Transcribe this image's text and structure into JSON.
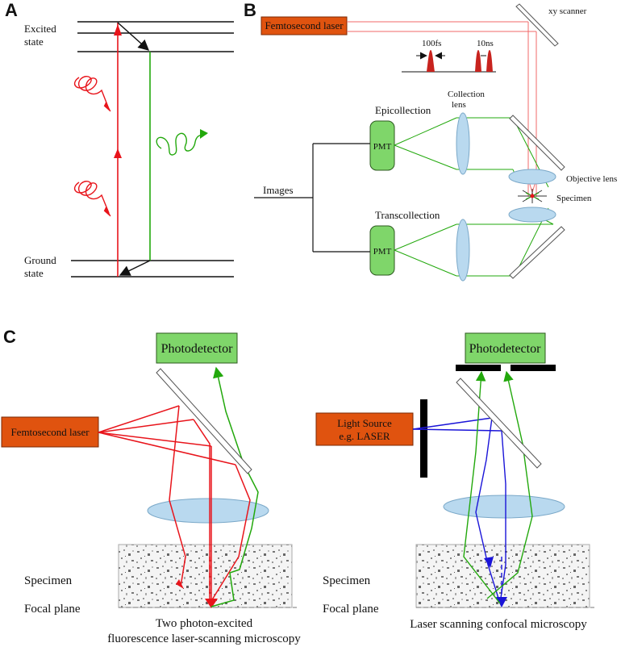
{
  "panels": {
    "a": "A",
    "b": "B",
    "c": "C"
  },
  "panel_a": {
    "excited_state": [
      "Excited",
      "state"
    ],
    "ground_state": [
      "Ground",
      "state"
    ]
  },
  "panel_b": {
    "laser": "Femtosecond laser",
    "xy_scanner": "xy scanner",
    "pulse_width": "100fs",
    "pulse_interval": "10ns",
    "collection_lens": [
      "Collection",
      "lens"
    ],
    "epicollection": "Epicollection",
    "transcollection": "Transcollection",
    "pmt_top": "PMT",
    "pmt_bottom": "PMT",
    "images": "Images",
    "objective_lens": "Objective lens",
    "specimen": "Specimen"
  },
  "panel_c": {
    "left": {
      "photodetector": "Photodetector",
      "laser": "Femtosecond laser",
      "specimen": "Specimen",
      "focal_plane": "Focal plane",
      "caption": [
        "Two photon-excited",
        "fluorescence laser-scanning microscopy"
      ]
    },
    "right": {
      "photodetector": "Photodetector",
      "light_source": [
        "Light Source",
        "e.g. LASER"
      ],
      "specimen": "Specimen",
      "focal_plane": "Focal plane",
      "caption": "Laser scanning confocal microscopy"
    }
  },
  "colors": {
    "red": "#e8141b",
    "green": "#22a80c",
    "blue": "#1a14d8",
    "orange_box": "#e0530f",
    "green_box": "#7fd66a",
    "lens_blue": "#b9d9ef",
    "pulse_red": "#c8231e"
  }
}
